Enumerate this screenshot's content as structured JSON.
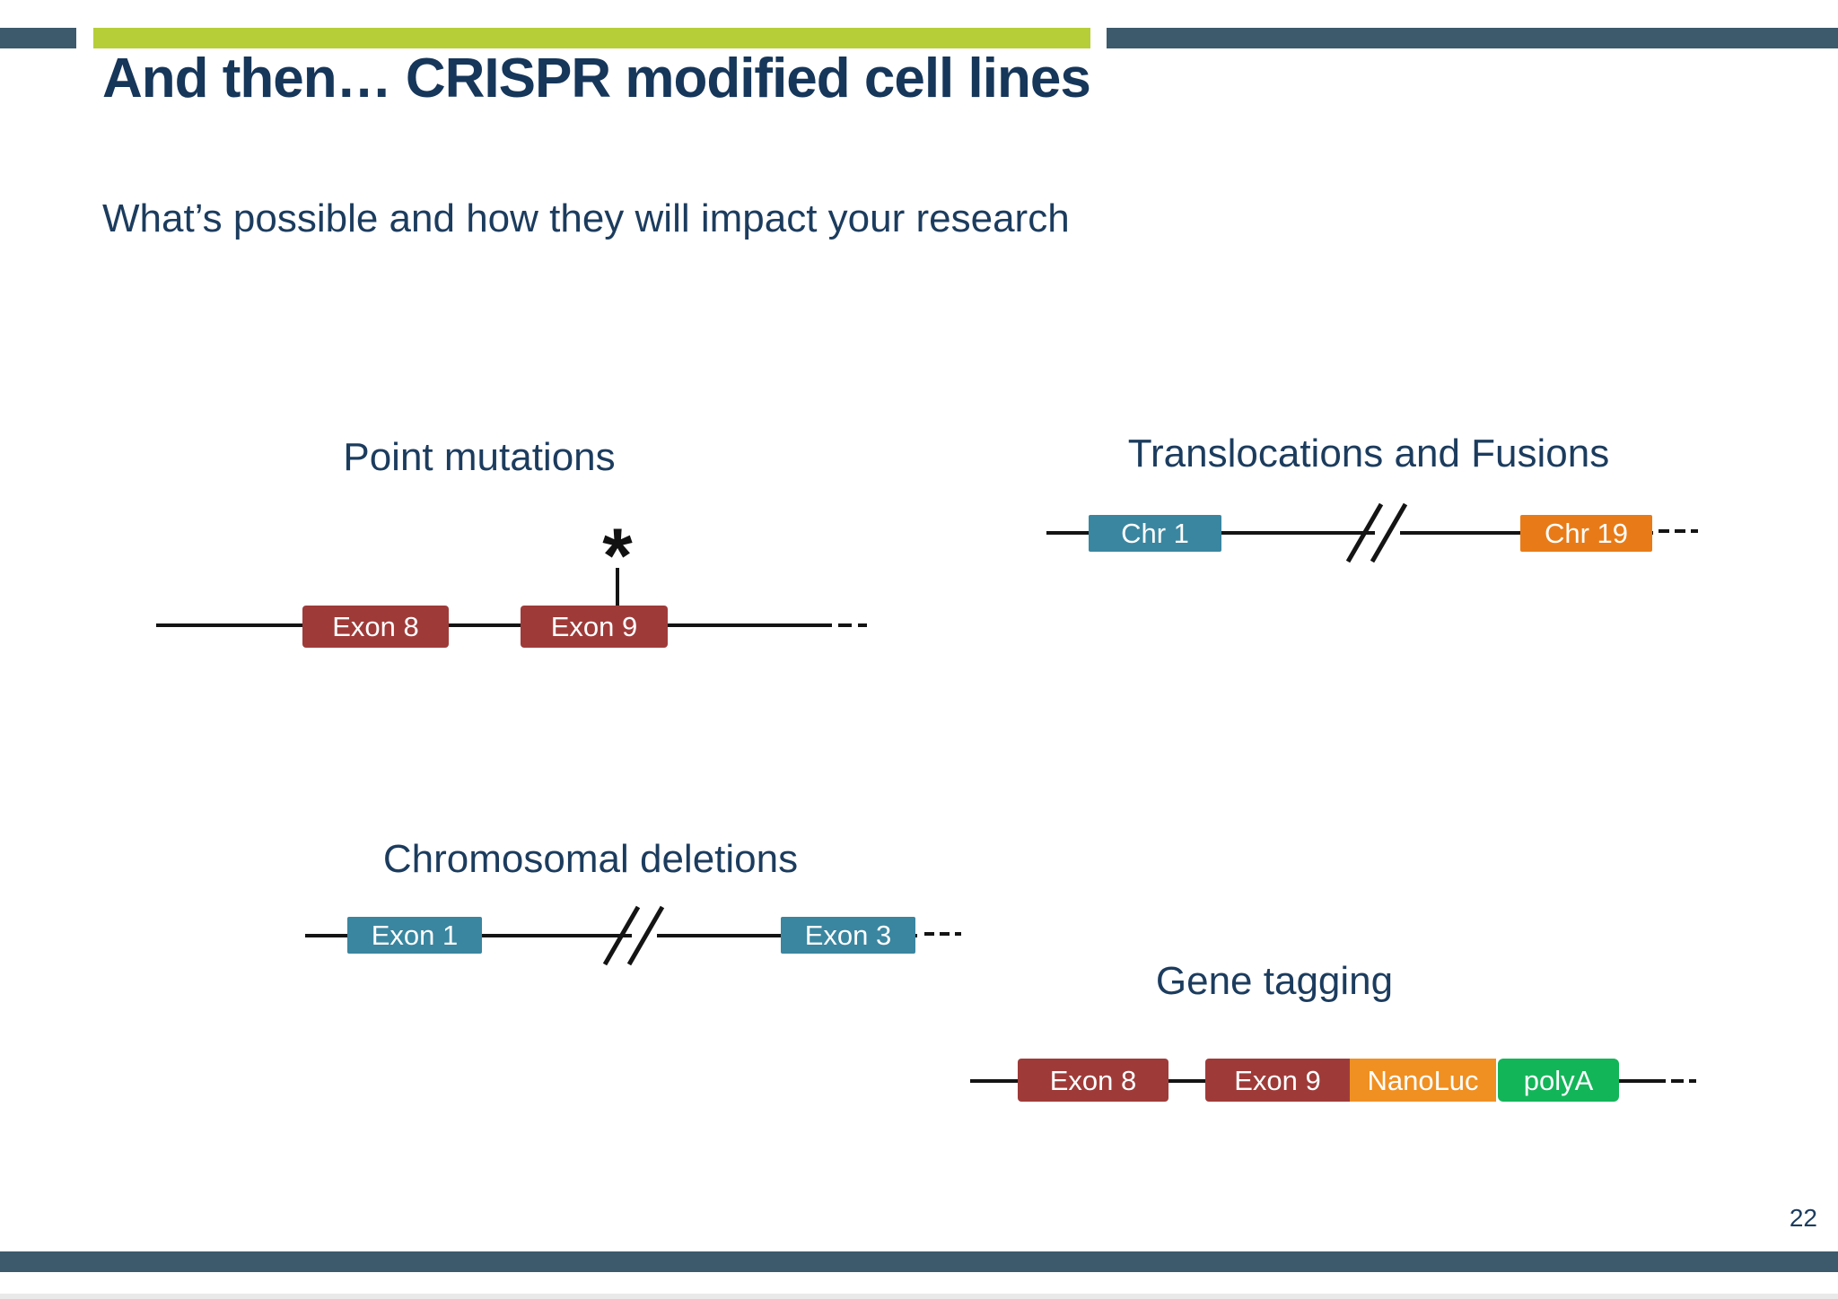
{
  "slide": {
    "title": "And then… CRISPR modified cell lines",
    "subtitle": "What’s possible and how they will impact your research",
    "page_number": "22",
    "colors": {
      "navy_text": "#1c3c5e",
      "header_slate": "#3d5a6c",
      "header_green": "#b6ce38",
      "exon_maroon": "#9e3b39",
      "chr_teal": "#3a86a0",
      "chr_orange": "#e87b17",
      "nanoluc_orange": "#f09022",
      "polya_green": "#13b559"
    },
    "diagrams": {
      "point_mutations": {
        "label": "Point mutations",
        "marker": "*",
        "boxes": [
          {
            "label": "Exon 8"
          },
          {
            "label": "Exon 9"
          }
        ]
      },
      "translocations": {
        "label": "Translocations and Fusions",
        "boxes": [
          {
            "label": "Chr 1"
          },
          {
            "label": "Chr 19"
          }
        ]
      },
      "deletions": {
        "label": "Chromosomal deletions",
        "boxes": [
          {
            "label": "Exon 1"
          },
          {
            "label": "Exon 3"
          }
        ]
      },
      "gene_tagging": {
        "label": "Gene tagging",
        "boxes": [
          {
            "label": "Exon 8"
          },
          {
            "label": "Exon 9"
          },
          {
            "label": "NanoLuc"
          },
          {
            "label": "polyA"
          }
        ]
      }
    }
  }
}
